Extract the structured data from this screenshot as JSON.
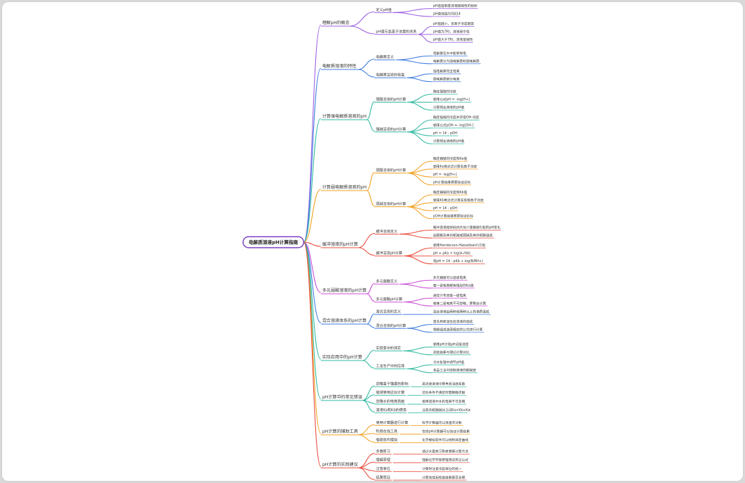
{
  "root": {
    "label": "电解质溶液pH计算指南"
  },
  "colors": {
    "root_border": "#7a3fc2",
    "branches": [
      "#9b5fe0",
      "#3d7be0",
      "#2fb8a0",
      "#f0a020",
      "#e84c3c",
      "#c94fd6",
      "#3d7be0",
      "#2fb8a0",
      "#2fb8a0",
      "#f0a020",
      "#e84c3c"
    ]
  },
  "branches": [
    {
      "label": "理解pH的概念",
      "children": [
        {
          "label": "定义pH值",
          "children": [
            "pH值是衡量溶液酸碱性的指标",
            "pH值范围为0到14"
          ]
        },
        {
          "label": "pH值与氢离子浓度的关系",
          "children": [
            "pH值越小，氢离子浓度越高",
            "pH值为7时，溶液呈中性",
            "pH值大于7时，溶液呈碱性"
          ]
        }
      ]
    },
    {
      "label": "电解质溶液的特性",
      "children": [
        {
          "label": "电解质定义",
          "children": [
            "电解质在水中能够导电",
            "电解质分为强电解质和弱电解质"
          ]
        },
        {
          "label": "电解质溶液的电离",
          "children": [
            "强电解质完全电离",
            "弱电解质部分电离"
          ]
        }
      ]
    },
    {
      "label": "计算强电解质溶液的pH",
      "children": [
        {
          "label": "强酸溶液的pH计算",
          "children": [
            "确定强酸的浓度",
            "使用公式pH = -log[H+]",
            "计算得出溶液的pH值"
          ]
        },
        {
          "label": "强碱溶液的pH计算",
          "children": [
            "确定强碱的浓度并求得OH-浓度",
            "使用公式pOH = -log[OH-]",
            "pH = 14 - pOH",
            "计算得出溶液的pH值"
          ]
        }
      ]
    },
    {
      "label": "计算弱电解质溶液的pH",
      "children": [
        {
          "label": "弱酸溶液的pH计算",
          "children": [
            "确定弱酸的浓度和Ka值",
            "使用Ka表达式计算氢离子浓度",
            "pH = -log[H+]",
            "pH计算结果需要验证近似"
          ]
        },
        {
          "label": "弱碱溶液的pH计算",
          "children": [
            "确定弱碱的浓度和Kb值",
            "使用Kb表达式计算氢氧根离子浓度",
            "pH = 14 - pOH",
            "pOH计算结果需要验证近似"
          ]
        }
      ]
    },
    {
      "label": "缓冲溶液的pH计算",
      "children": [
        {
          "label": "缓冲溶液定义",
          "children": [
            "缓冲溶液能够抵抗外加少量酸碱引起的pH变化",
            "由弱酸及其共轭碱或弱碱及其共轭酸组成"
          ]
        },
        {
          "label": "缓冲溶液pH计算",
          "children": [
            "使用Henderson-Hasselbalch方程",
            "pH = pKa + log(A-/HA)",
            "或pH = 14 - pKb + log(B/BH+)"
          ]
        }
      ]
    },
    {
      "label": "多元弱酸溶液的pH计算",
      "children": [
        {
          "label": "多元弱酸定义",
          "children": [
            "多元弱酸可以逐级电离",
            "每一级电离都有相应的Ka值"
          ]
        },
        {
          "label": "多元弱酸pH计算",
          "children": [
            "通常只考虑第一级电离",
            "若第二级电离不可忽略，需联合计算"
          ]
        }
      ]
    },
    {
      "label": "混合溶液体系的pH计算",
      "children": [
        {
          "label": "混合溶液的定义",
          "children": [
            "混合溶液由两种或两种以上的溶质组成"
          ]
        },
        {
          "label": "混合溶液的pH计算",
          "children": [
            "首先判断混合后溶液的组成",
            "根据组成选用相应的公式进行计算"
          ]
        }
      ]
    },
    {
      "label": "实际应用中的pH计算",
      "children": [
        {
          "label": "实验室中的测定",
          "children": [
            "使用pH计或pH试纸测定",
            "测定结果与理论计算对比"
          ]
        },
        {
          "label": "工业生产中的应用",
          "children": [
            "污水处理中调节pH值",
            "食品工业中控制溶液的酸碱度"
          ]
        }
      ]
    },
    {
      "label": "pH计算中的常见错误",
      "children": [
        {
          "label": "忽略离子强度的影响",
          "children": [
            "高浓度溶液中需考虑活度系数"
          ]
        },
        {
          "label": "错误使用近似计算",
          "children": [
            "近似条件不满足时需精确求解"
          ]
        },
        {
          "label": "忽略水的电离贡献",
          "children": [
            "极稀溶液中水的电离不可忽略"
          ]
        },
        {
          "label": "混淆Ka和Kb的使用",
          "children": [
            "注意共轭酸碱对之间Ka×Kb=Kw"
          ]
        }
      ]
    },
    {
      "label": "pH计算的辅助工具",
      "children": [
        {
          "label": "使用计算器进行计算",
          "children": [
            "科学计算器可以快速求对数"
          ]
        },
        {
          "label": "利用在线工具",
          "children": [
            "在线pH计算器可以验证计算结果"
          ]
        },
        {
          "label": "借助软件模拟",
          "children": [
            "化学模拟软件可以绘制滴定曲线"
          ]
        }
      ]
    },
    {
      "label": "pH计算的实践建议",
      "children": [
        {
          "label": "多做练习",
          "children": [
            "通过大量练习熟练掌握计算方法"
          ]
        },
        {
          "label": "理解原理",
          "children": [
            "理解化学平衡原理而非死记公式"
          ]
        },
        {
          "label": "注意单位",
          "children": [
            "计算时注意浓度单位的统一"
          ]
        },
        {
          "label": "结果验证",
          "children": [
            "计算完成后检查结果是否合理"
          ]
        }
      ]
    }
  ]
}
